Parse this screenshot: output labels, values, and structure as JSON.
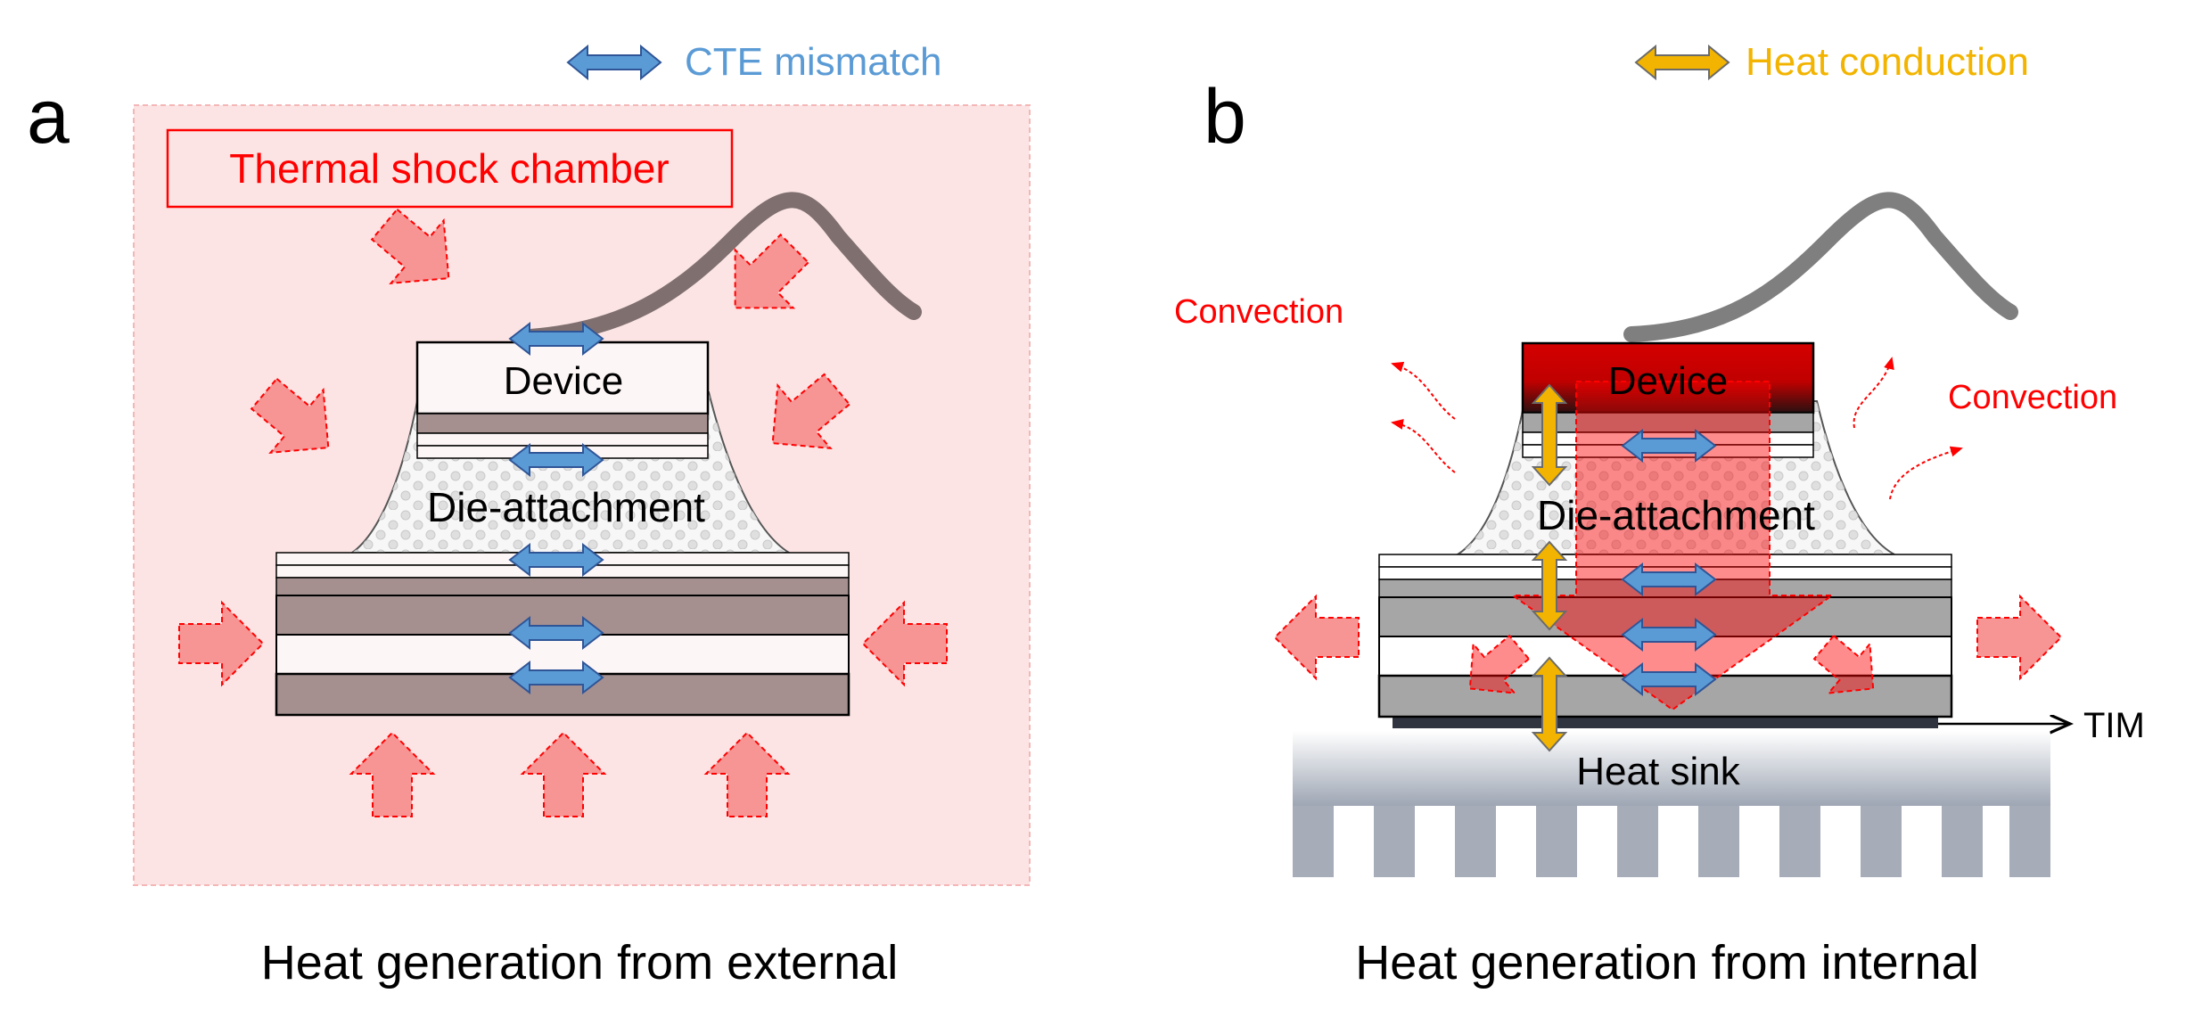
{
  "legend": {
    "cte": "CTE mismatch",
    "heat": "Heat conduction"
  },
  "panel_a": {
    "letter": "a",
    "chamber": "Thermal shock chamber",
    "device": "Device",
    "die": "Die-attachment",
    "caption": "Heat generation from external"
  },
  "panel_b": {
    "letter": "b",
    "convection_left": "Convection",
    "convection_right": "Convection",
    "device": "Device",
    "die": "Die-attachment",
    "tim": "TIM",
    "heatsink": "Heat sink",
    "caption": "Heat generation from internal"
  },
  "colors": {
    "cte_arrow": "#5b9bd5",
    "heat_arrow": "#f2b400",
    "heat_red": "#ff0000",
    "chamber_bg": "#fce4e4",
    "layer_dark": "#a58f8f",
    "layer_gray": "#a6a6a6",
    "heatsink": "#a6acb8"
  }
}
